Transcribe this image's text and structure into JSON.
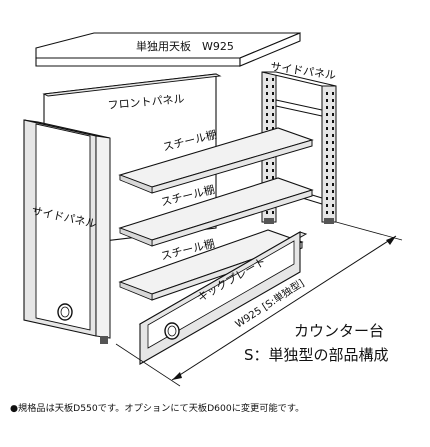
{
  "labels": {
    "top_panel": "単独用天板　W925",
    "side_panel_right": "サイドパネル",
    "front_panel": "フロントパネル",
    "steel_shelf_1": "スチール棚",
    "steel_shelf_2": "スチール棚",
    "steel_shelf_3": "スチール棚",
    "side_panel_left": "サイドパネル",
    "kick_plate": "キックプレート",
    "width_dimension": "W925 [S:単独型]"
  },
  "title": {
    "line1": "カウンター台",
    "line2": "S：単独型の部品構成"
  },
  "footnote": "●規格品は天板D550です。オプションにて天板D600に変更可能です。",
  "colors": {
    "stroke": "#111111",
    "panel_fill": "#ffffff",
    "side_panel_fill": "#e6e6e6",
    "shelf_fill": "#f2f2f2"
  }
}
